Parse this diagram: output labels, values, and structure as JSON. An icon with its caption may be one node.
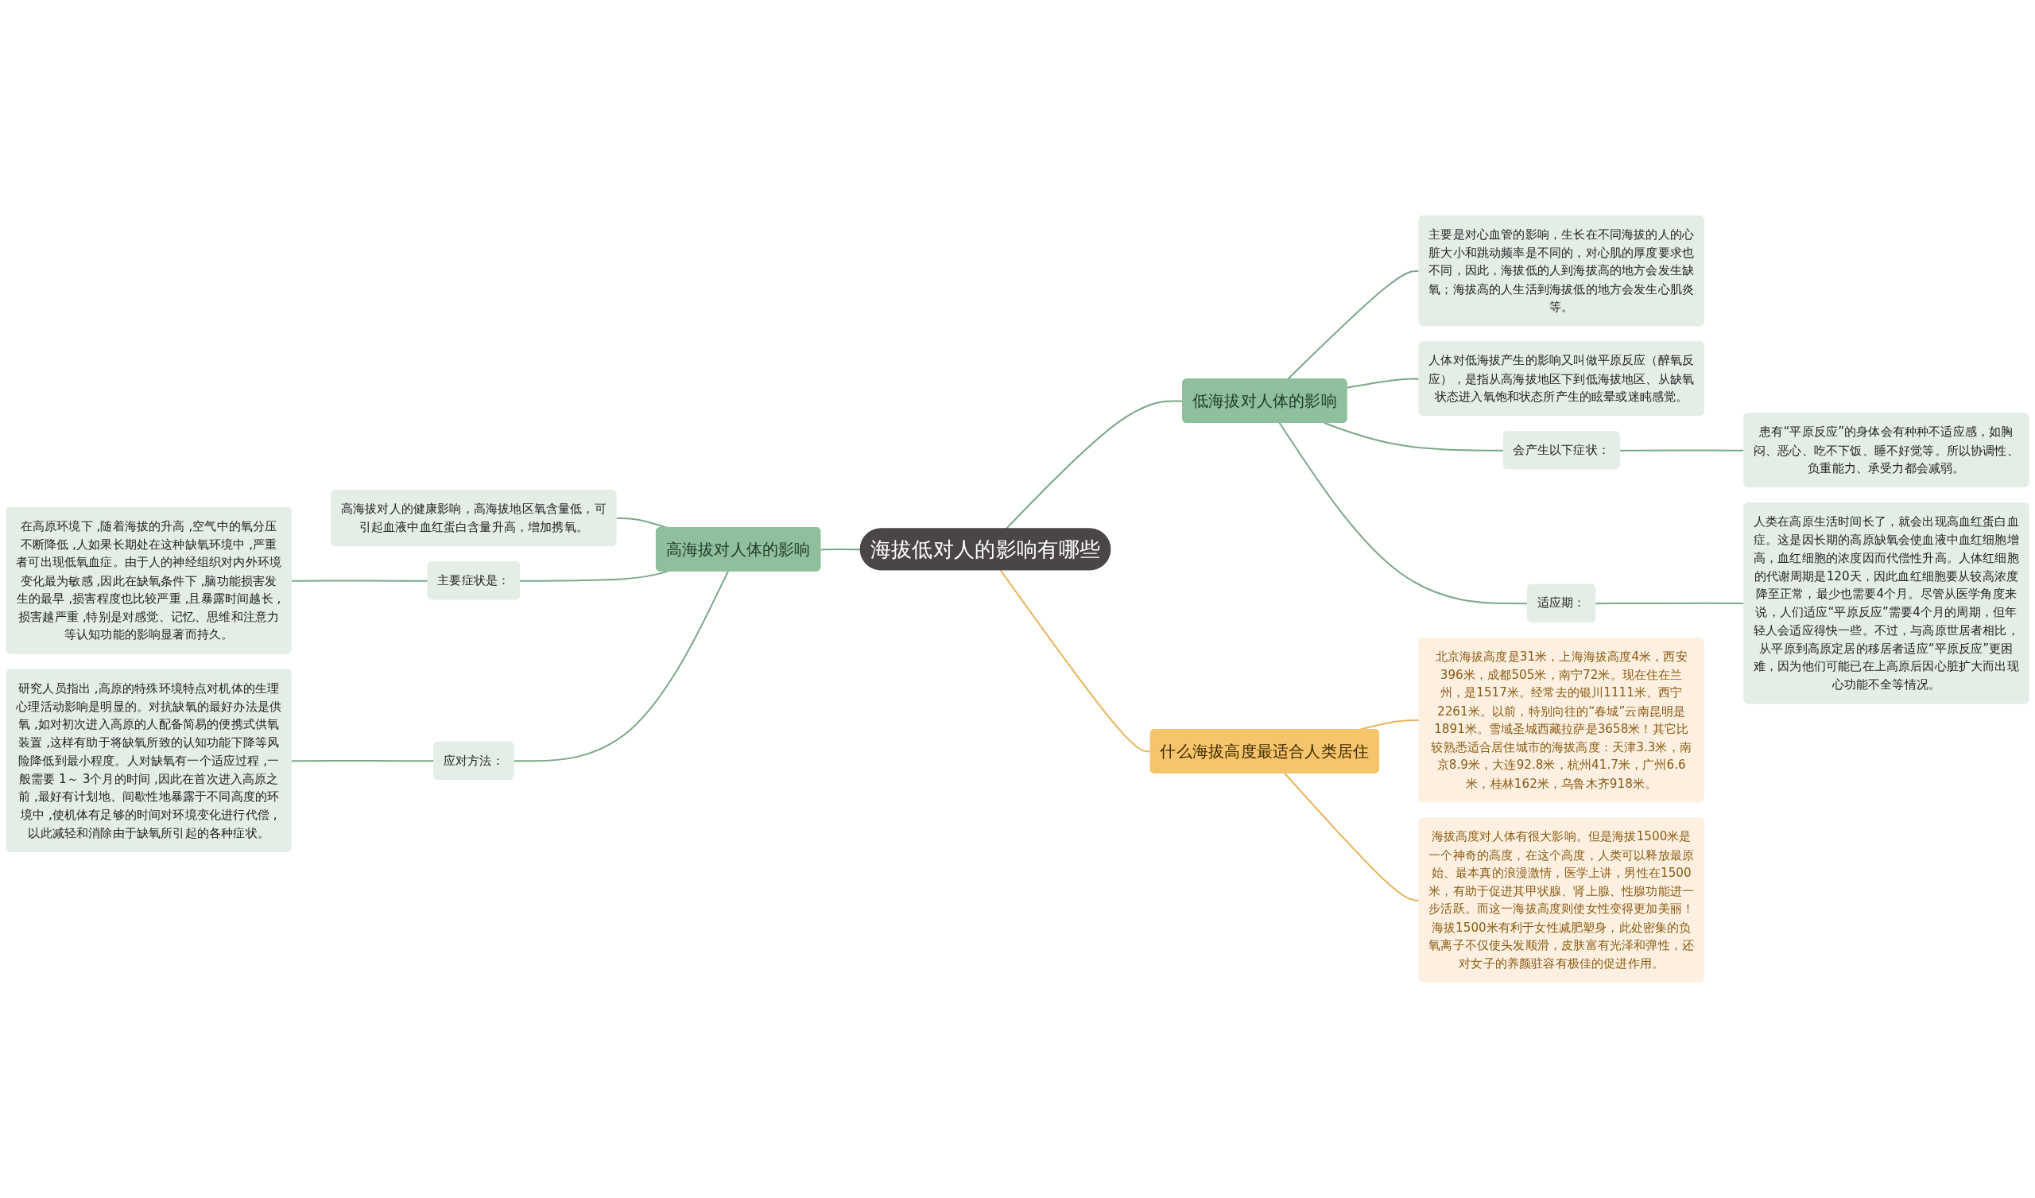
{
  "diagram": {
    "nodes": [
      {
        "text": [
          "海拔低对人的影响有哪些"
        ]
      },
      {
        "text": [
          "高海拔对人体的影响"
        ]
      },
      {
        "text": [
          "高海拔对人的健康影响，高海拔地区氧含量低，可引起血液中血红蛋白含量升高，增加携氧。"
        ]
      },
      {
        "text": [
          "主要症状是："
        ]
      },
      {
        "text": [
          "在高原环境下 ,随着海拔的升高 ,空气中的氧分压不断降低 ,人如果长期处在这种缺氧环境中 ,严重者可出现低氧血症。由于人的神经组织对内外环境变化最为敏感 ,因此在缺氧条件下 ,脑功能损害发生的最早 ,损害程度也比较严重 ,且暴露时间越长 ,损害越严重 ,特别是对感觉、记忆、思维和注意力等认知功能的影响显著而持久。"
        ]
      },
      {
        "text": [
          "应对方法："
        ]
      },
      {
        "text": [
          "研究人员指出 ,高原的特殊环境特点对机体的生理心理活动影响是明显的。对抗缺氧的最好办法是供氧 ,如对初次进入高原的人配备简易的便携式供氧装置 ,这样有助于将缺氧所致的认知功能下降等风险降低到最小程度。人对缺氧有一个适应过程 ,一般需要 1～ 3个月的时间 ,因此在首次进入高原之前 ,最好有计划地、间歇性地暴露于不同高度的环境中 ,使机体有足够的时间对环境变化进行代偿 ,以此减轻和消除由于缺氧所引起的各种症状。"
        ]
      },
      {
        "text": [
          "低海拔对人体的影响"
        ]
      },
      {
        "text": [
          "主要是对心血管的影响，生长在不同海拔的人的心脏大小和跳动频率是不同的，对心肌的厚度要求也不同，因此，海拔低的人到海拔高的地方会发生缺氧；海拔高的人生活到海拔低的地方会发生心肌炎等。"
        ]
      },
      {
        "text": [
          "人体对低海拔产生的影响又叫做平原反应（醉氧反应），是指从高海拔地区下到低海拔地区、从缺氧状态进入氧饱和状态所产生的眩晕或迷盹感觉。"
        ]
      },
      {
        "text": [
          "会产生以下症状："
        ]
      },
      {
        "text": [
          "患有“平原反应”的身体会有种种不适应感，如胸闷、恶心、吃不下饭、睡不好觉等。所以协调性、负重能力、承受力都会减弱。"
        ]
      },
      {
        "text": [
          "适应期："
        ]
      },
      {
        "text": [
          "人类在高原生活时间长了，就会出现高血红蛋白血症。这是因长期的高原缺氧会使血液中血红细胞增高，血红细胞的浓度因而代偿性升高。人体红细胞的代谢周期是120天，因此血红细胞要从较高浓度降至正常，最少也需要4个月。尽管从医学角度来说，人们适应“平原反应”需要4个月的周期，但年轻人会适应得快一些。不过，与高原世居者相比，从平原到高原定居的移居者适应“平原反应”更困难，因为他们可能已在上高原后因心脏扩大而出现心功能不全等情况。"
        ]
      },
      {
        "text": [
          "什么海拔高度最适合人类居住"
        ]
      },
      {
        "text": [
          "北京海拔高度是31米，上海海拔高度4米，西安396米，成都505米，南宁72米。现在住在兰州，是1517米。经常去的银川1111米、西宁2261米。以前，特别向往的“春城”云南昆明是1891米。雪域圣城西藏拉萨是3658米！其它比较熟悉适合居住城市的海拔高度：天津3.3米，南京8.9米，大连92.8米，杭州41.7米，广州6.6米，桂林162米，乌鲁木齐918米。"
        ]
      },
      {
        "text": [
          "海拔高度对人体有很大影响。但是海拔1500米是一个神奇的高度，在这个高度，人类可以释放最原始、最本真的浪漫激情，医学上讲，男性在1500米，有助于促进其甲状腺、肾上腺、性腺功能进一步活跃。而这一海拔高度则使女性变得更加美丽！海拔1500米有利于女性减肥塑身，此处密集的负氧离子不仅使头发顺滑，皮肤富有光泽和弹性，还对女子的养颜驻容有极佳的促进作用。"
        ]
      }
    ],
    "edges": [
      {
        "from": 1,
        "to": 0,
        "arrow": "none"
      },
      {
        "from": 2,
        "to": 1,
        "arrow": "none"
      },
      {
        "from": 3,
        "to": 1,
        "arrow": "none"
      },
      {
        "from": 4,
        "to": 3,
        "arrow": "none"
      },
      {
        "from": 5,
        "to": 1,
        "arrow": "none"
      },
      {
        "from": 6,
        "to": 5,
        "arrow": "none"
      },
      {
        "from": 0,
        "to": 7,
        "arrow": "none"
      },
      {
        "from": 7,
        "to": 8,
        "arrow": "none"
      },
      {
        "from": 7,
        "to": 9,
        "arrow": "none"
      },
      {
        "from": 7,
        "to": 10,
        "arrow": "none"
      },
      {
        "from": 10,
        "to": 11,
        "arrow": "none"
      },
      {
        "from": 7,
        "to": 12,
        "arrow": "none"
      },
      {
        "from": 12,
        "to": 13,
        "arrow": "none"
      },
      {
        "from": 0,
        "to": 14,
        "arrow": "none",
        "color": "#e8b45c"
      },
      {
        "from": 14,
        "to": 15,
        "arrow": "none",
        "color": "#e8b45c"
      },
      {
        "from": 14,
        "to": 16,
        "arrow": "none",
        "color": "#e8b45c"
      }
    ]
  }
}
